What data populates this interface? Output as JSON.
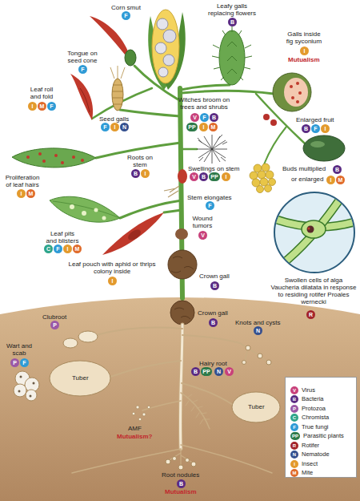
{
  "diagram": {
    "nodes": [
      {
        "text": [
          "F"
        ]
      },
      {
        "text": [
          "B"
        ]
      },
      {
        "text": [
          "I"
        ]
      },
      {
        "text": [
          "F"
        ]
      },
      {
        "text": [
          "I"
        ]
      },
      {
        "text": [
          "M"
        ]
      },
      {
        "text": [
          "F"
        ]
      },
      {
        "text": [
          "V"
        ]
      },
      {
        "text": [
          "F"
        ]
      },
      {
        "text": [
          "B"
        ]
      },
      {
        "text": [
          "PP"
        ]
      },
      {
        "text": [
          "I"
        ]
      },
      {
        "text": [
          "M"
        ]
      },
      {
        "text": [
          "F"
        ]
      },
      {
        "text": [
          "I"
        ]
      },
      {
        "text": [
          "N"
        ]
      },
      {
        "text": [
          "B"
        ]
      },
      {
        "text": [
          "F"
        ]
      },
      {
        "text": [
          "I"
        ]
      },
      {
        "text": [
          "B"
        ]
      },
      {
        "text": [
          "B"
        ]
      },
      {
        "text": [
          "I"
        ]
      },
      {
        "text": [
          "V"
        ]
      },
      {
        "text": [
          "B"
        ]
      },
      {
        "text": [
          "PP"
        ]
      },
      {
        "text": [
          "I"
        ]
      },
      {
        "text": [
          "I"
        ]
      },
      {
        "text": [
          "M"
        ]
      },
      {
        "text": [
          "I"
        ]
      },
      {
        "text": [
          "M"
        ]
      },
      {
        "text": [
          "F"
        ]
      },
      {
        "text": [
          "V"
        ]
      },
      {
        "text": [
          "C"
        ]
      },
      {
        "text": [
          "F"
        ]
      },
      {
        "text": [
          "I"
        ]
      },
      {
        "text": [
          "M"
        ]
      },
      {
        "text": [
          "I"
        ]
      },
      {
        "text": [
          "B"
        ]
      },
      {
        "text": [
          "R"
        ]
      },
      {
        "text": [
          "B"
        ]
      },
      {
        "text": [
          "P"
        ]
      },
      {
        "text": [
          "N"
        ]
      },
      {
        "text": [
          "P"
        ]
      },
      {
        "text": [
          "F"
        ]
      },
      {
        "text": [
          "B"
        ]
      },
      {
        "text": [
          "PP"
        ]
      },
      {
        "text": [
          "N"
        ]
      },
      {
        "text": [
          "V"
        ]
      },
      {
        "text": [
          "B"
        ]
      }
    ],
    "labels": [
      "Corn smut",
      "Leafy galls replacing flowers",
      "Galls inside fig syconium",
      "Mutualism",
      "Tongue on seed cone",
      "Leaf roll and fold",
      "Witches broom on trees and shrubs",
      "Seed galls",
      "Enlarged fruit",
      "Buds multiplied",
      "or enlarged",
      "Roots on stem",
      "Swellings on stem",
      "Proliferation of leaf hairs",
      "Stem elongates",
      "Wound tumors",
      "Leaf pits and blisters",
      "Leaf pouch with aphid or thrips colony inside",
      "Crown gall",
      "Swollen cells of alga Vaucheria dilatata in response to residing rotifer Proales wernecki",
      "Crown gall",
      "Clubroot",
      "Knots and cysts",
      "Wart and scab",
      "Tuber",
      "Hairy root",
      "Tuber",
      "AMF",
      "Mutualism?",
      "Root nodules",
      "Mutualism",
      "V",
      "B",
      "P",
      "C",
      "F",
      "PP",
      "R",
      "N",
      "I",
      "M"
    ],
    "legend": [
      {
        "text": "Virus",
        "color": "#c8417b"
      },
      {
        "text": "Bacteria",
        "color": "#5b2c83"
      },
      {
        "text": "Protozoa",
        "color": "#9b59a6"
      },
      {
        "text": "Chromista",
        "color": "#2fa58a"
      },
      {
        "text": "True fungi",
        "color": "#2f9bd6"
      },
      {
        "text": "Parasitic plants",
        "color": "#2e7a4a"
      },
      {
        "text": "Rotifer",
        "color": "#a3242b"
      },
      {
        "text": "Nematode",
        "color": "#34508f"
      },
      {
        "text": "Insect",
        "color": "#e39a2d"
      },
      {
        "text": "Mite",
        "color": "#e06b2b"
      }
    ]
  }
}
